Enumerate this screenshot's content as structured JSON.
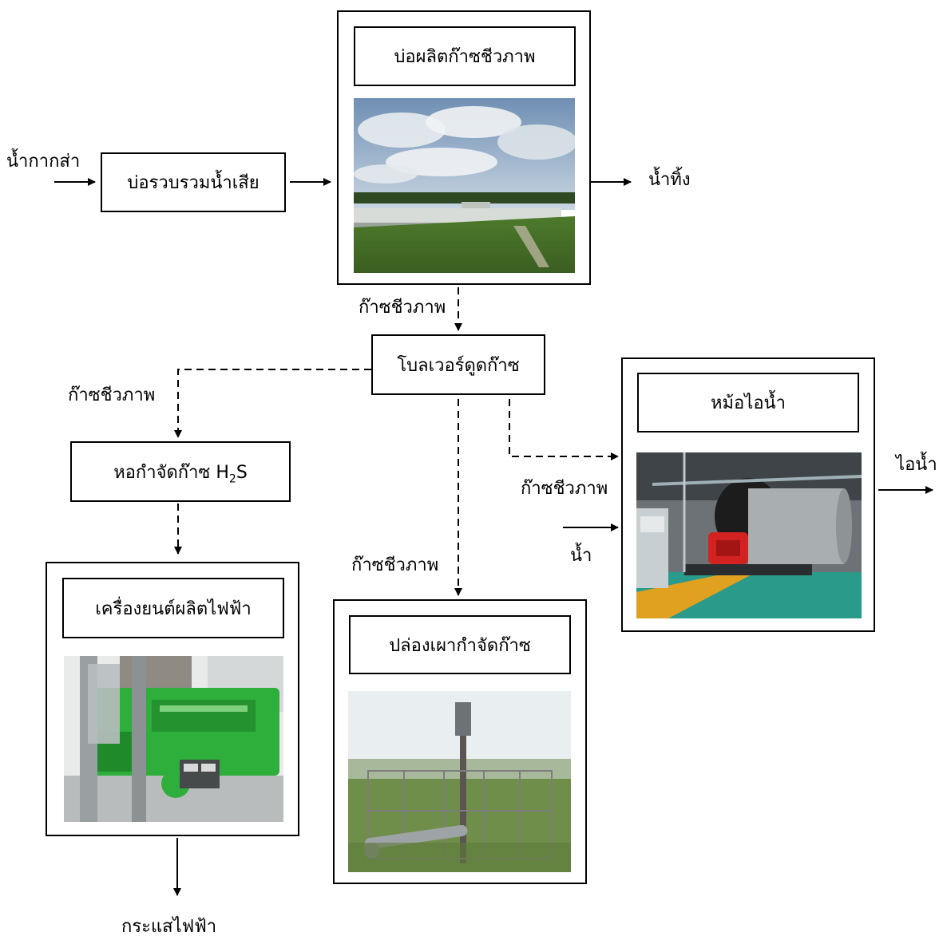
{
  "boxes": {
    "collection_pond": "บ่อรวบรวมน้ำเสีย",
    "biogas_pond": "บ่อผลิตก๊าซชีวภาพ",
    "blower": "โบลเวอร์ดูดก๊าซ",
    "h2s_scrubber_prefix": "หอกำจัดก๊าซ H",
    "h2s_scrubber_sub": "2",
    "h2s_scrubber_suffix": "S",
    "generator": "เครื่องยนต์ผลิตไฟฟ้า",
    "flare": "ปล่องเผากำจัดก๊าซ",
    "boiler": "หม้อไอน้ำ"
  },
  "flows": {
    "input_residue": "น้ำกากส่า",
    "wastewater_out": "น้ำทิ้ง",
    "biogas_from_pond": "ก๊าซชีวภาพ",
    "biogas_to_scrubber": "ก๊าซชีวภาพ",
    "biogas_to_flare": "ก๊าซชีวภาพ",
    "biogas_to_boiler": "ก๊าซชีวภาพ",
    "water_in": "น้ำ",
    "steam_out": "ไอน้ำ",
    "electricity_out": "กระแสไฟฟ้า"
  },
  "photos": {
    "biogas_pond": "covered-lagoon-photo",
    "generator": "gas-engine-generator-photo",
    "flare": "flare-stack-photo",
    "boiler": "steam-boiler-photo"
  }
}
